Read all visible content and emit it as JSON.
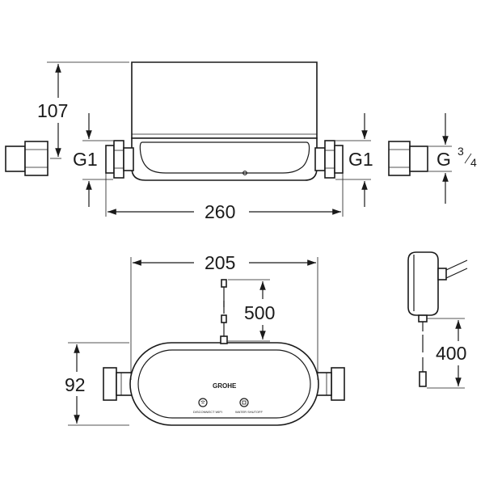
{
  "dimensions": {
    "height_top": "107",
    "width_top": "260",
    "width_bottom": "205",
    "height_bottom": "92",
    "cable_sensor": "500",
    "cable_adapter": "400"
  },
  "threads": {
    "inlet_left": "G1",
    "inlet_right": "G1",
    "outlet_prefix": "G",
    "outlet_num": "3",
    "outlet_den": "4"
  },
  "device": {
    "brand": "GROHE",
    "label_left": "DISCONNECT WIFI",
    "label_right": "WATER SHUTOFF"
  },
  "icons": [
    "wifi-icon",
    "power-icon"
  ]
}
